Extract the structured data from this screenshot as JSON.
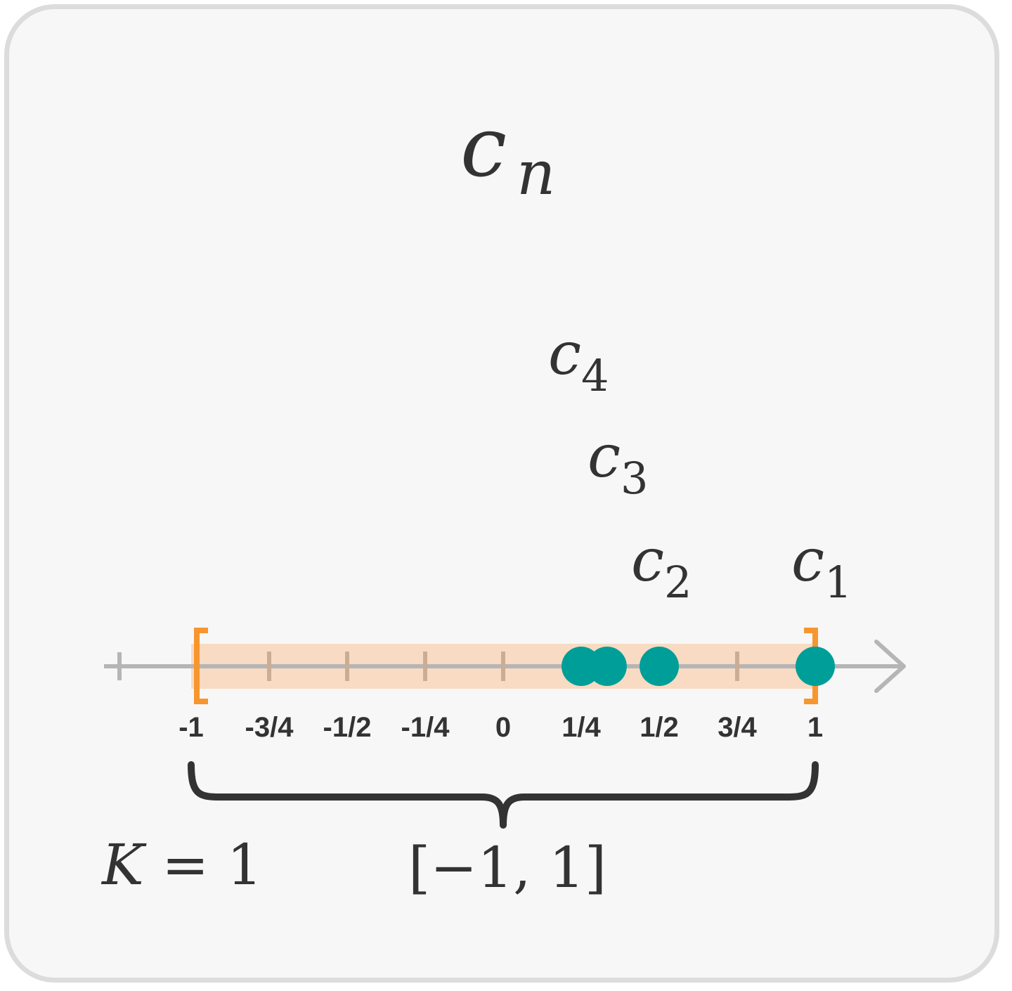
{
  "title": {
    "base": "c",
    "sub": "n"
  },
  "terms": [
    {
      "base": "c",
      "sub": "1",
      "value": 1
    },
    {
      "base": "c",
      "sub": "2",
      "value": 0.5
    },
    {
      "base": "c",
      "sub": "3",
      "value": 0.333
    },
    {
      "base": "c",
      "sub": "4",
      "value": 0.25
    }
  ],
  "axis": {
    "min": -1,
    "max": 1,
    "ticks": [
      {
        "value": -1,
        "label": "-1"
      },
      {
        "value": -0.75,
        "label": "-3/4"
      },
      {
        "value": -0.5,
        "label": "-1/2"
      },
      {
        "value": -0.25,
        "label": "-1/4"
      },
      {
        "value": 0,
        "label": "0"
      },
      {
        "value": 0.25,
        "label": "1/4"
      },
      {
        "value": 0.5,
        "label": "1/2"
      },
      {
        "value": 0.75,
        "label": "3/4"
      },
      {
        "value": 1,
        "label": "1"
      }
    ]
  },
  "interval": {
    "from": -1,
    "to": 1,
    "label": "[−1, 1]"
  },
  "bound": {
    "lhs": "K",
    "eq": " = ",
    "rhs": "1"
  },
  "colors": {
    "point": "#009e98",
    "bracket": "#f7962f",
    "band": "#f8dbc2",
    "axis": "#b5b5b5",
    "ink": "#333333"
  }
}
